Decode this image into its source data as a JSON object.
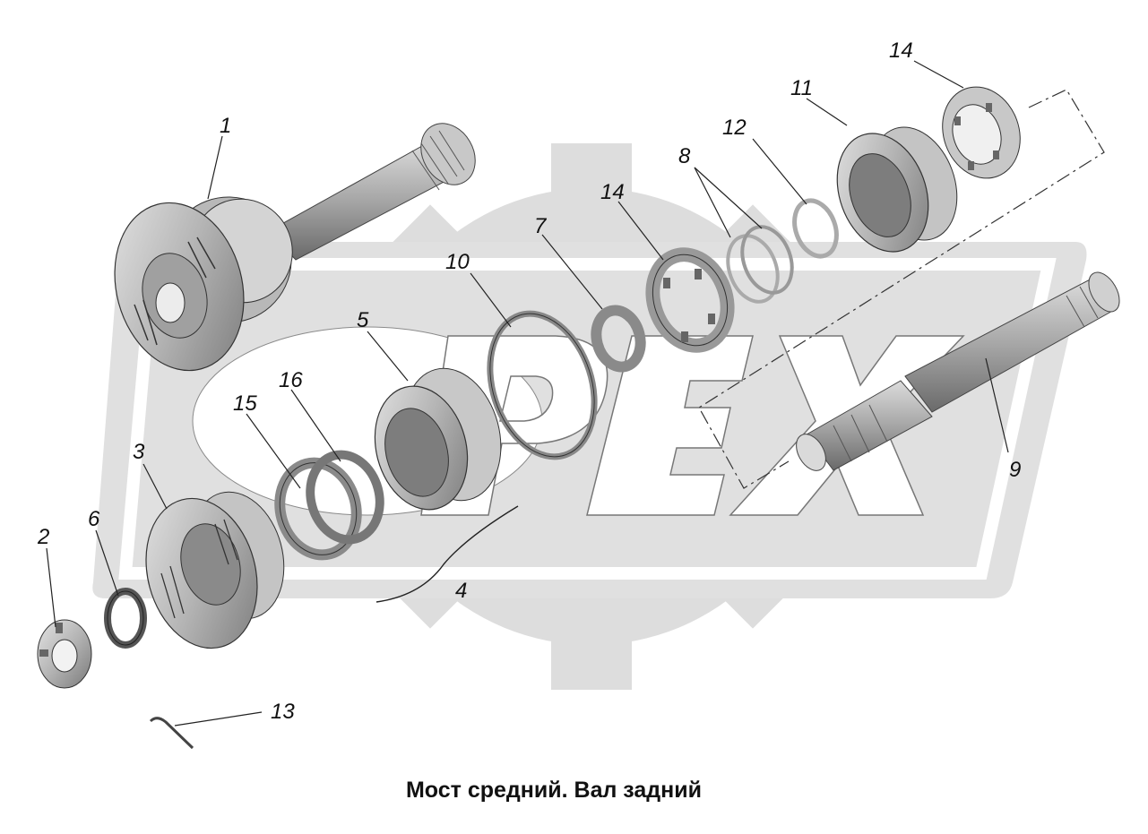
{
  "caption": "Мост средний. Вал задний",
  "watermark": {
    "text": "OPEX",
    "color": "#d9d9d9"
  },
  "colors": {
    "part_light": "#cfcfcf",
    "part_mid": "#a9a9a9",
    "part_dark": "#6f6f6f",
    "leader": "#222222"
  },
  "callouts": [
    {
      "id": "1",
      "text": "1"
    },
    {
      "id": "2",
      "text": "2"
    },
    {
      "id": "3",
      "text": "3"
    },
    {
      "id": "4",
      "text": "4"
    },
    {
      "id": "5",
      "text": "5"
    },
    {
      "id": "6",
      "text": "6"
    },
    {
      "id": "7",
      "text": "7"
    },
    {
      "id": "8",
      "text": "8"
    },
    {
      "id": "9",
      "text": "9"
    },
    {
      "id": "10",
      "text": "10"
    },
    {
      "id": "11",
      "text": "11"
    },
    {
      "id": "12",
      "text": "12"
    },
    {
      "id": "13",
      "text": "13"
    },
    {
      "id": "14a",
      "text": "14"
    },
    {
      "id": "14b",
      "text": "14"
    },
    {
      "id": "15",
      "text": "15"
    },
    {
      "id": "16",
      "text": "16"
    }
  ]
}
